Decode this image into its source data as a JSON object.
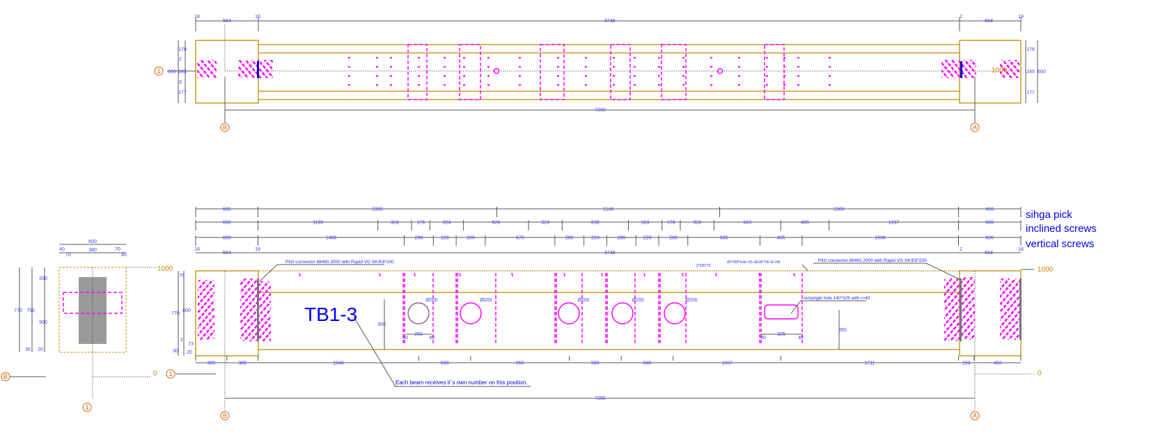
{
  "plan": {
    "top_dims": [
      "18",
      "564",
      "18",
      "6746",
      "2",
      "564",
      "18"
    ],
    "left_vert_dims": [
      "600",
      "178",
      "2",
      "245",
      "3",
      "177"
    ],
    "right_vert_dims": [
      "178",
      "245",
      "177",
      "600"
    ],
    "bottom_dim": "7200",
    "level_label": "1000",
    "grid_labels": {
      "row": "1",
      "left": "B",
      "right": "A"
    }
  },
  "section": {
    "top_dims": [
      "600",
      "40",
      "70",
      "380",
      "70",
      "40"
    ],
    "vert_dims": [
      "770",
      "750",
      "200",
      "500",
      "30",
      "20"
    ],
    "grid_row": "B",
    "grid_col": "1"
  },
  "elevation": {
    "dim_rows": [
      {
        "label": "sihga pick",
        "values": [
          600,
          2300,
          2146,
          2300,
          600
        ]
      },
      {
        "label": "inclined screws",
        "values": [
          600,
          1155,
          324,
          176,
          324,
          626,
          324,
          638,
          324,
          176,
          324,
          643,
          465,
          1247,
          600
        ]
      },
      {
        "label": "vertical screws",
        "values": [
          600,
          1408,
          280,
          220,
          280,
          670,
          280,
          220,
          280,
          220,
          280,
          695,
          405,
          1506,
          600
        ]
      }
    ],
    "overall_dims": [
      "18",
      "564",
      "18",
      "6746",
      "2",
      "564",
      "18"
    ],
    "bottom_dims": [
      300,
      300,
      1548,
      500,
      950,
      500,
      500,
      1037,
      1711,
      150,
      450
    ],
    "vert_dims": [
      "770",
      "75",
      "600",
      "2",
      "73",
      "30",
      "20"
    ],
    "hole_dims": [
      "350",
      "40",
      "200",
      "40",
      "40",
      "325",
      "40",
      "350"
    ],
    "total_dim": "7200",
    "level_top": "1000",
    "level_bottom": "0",
    "beam_mark": "TB1-3",
    "notes": {
      "connector_left": "Pitzl connector 88460.2000 with Rapid  VG  SK/E8*200",
      "connector_right": "Pitzl connector 88460.2000 with Rapid  VG  SK/E8*200",
      "small_note_1": "2*230*70",
      "small_note_2": "40*X85*hole-VG-SK18*700-SI-2W",
      "rect_hole": "rectangle hole 140*325 with r=40",
      "beam_number": "Each beam receives it`s own number on this position."
    },
    "holes": [
      "Ø200",
      "Ø200",
      "Ø200",
      "Ø200",
      "Ø200"
    ],
    "grid_labels": {
      "row": "1",
      "left": "B",
      "right": "A"
    }
  },
  "colors": {
    "beam": "#c08800",
    "screws": "#ff00ff",
    "dims": "#3b3bff",
    "grid": "#d06000"
  }
}
